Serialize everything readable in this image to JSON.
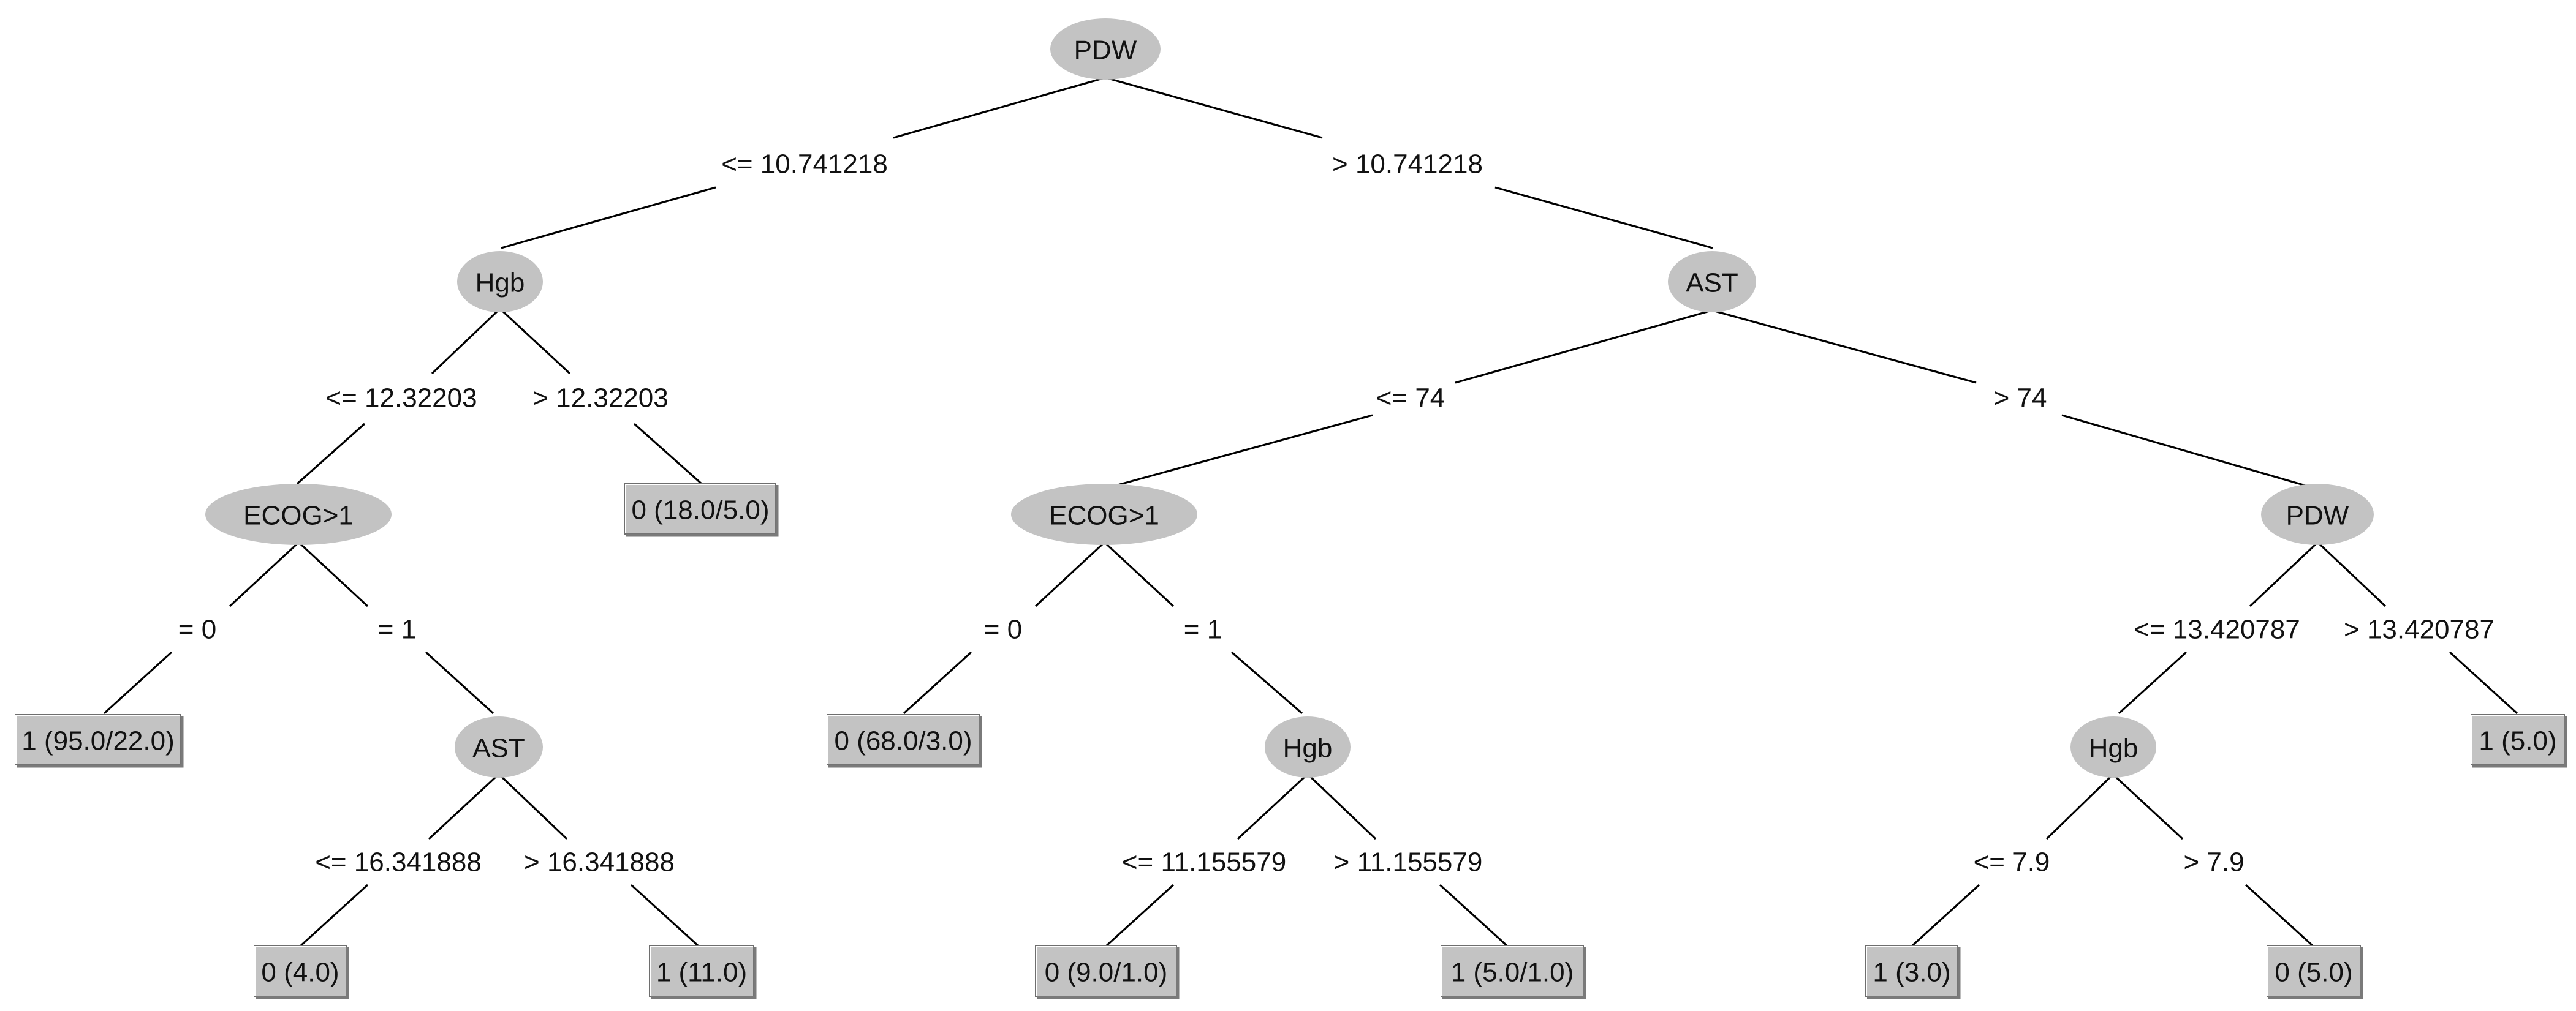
{
  "nodes": {
    "root": {
      "label": "PDW"
    },
    "hgb_a": {
      "label": "Hgb"
    },
    "ast_a": {
      "label": "AST"
    },
    "ecog_a": {
      "label": "ECOG>1"
    },
    "ecog_b": {
      "label": "ECOG>1"
    },
    "pdw_b": {
      "label": "PDW"
    },
    "ast_c": {
      "label": "AST"
    },
    "hgb_b": {
      "label": "Hgb"
    },
    "hgb_c": {
      "label": "Hgb"
    }
  },
  "leaves": {
    "l_18": {
      "label": "0 (18.0/5.0)"
    },
    "l_95": {
      "label": "1 (95.0/22.0)"
    },
    "l_4": {
      "label": "0 (4.0)"
    },
    "l_11": {
      "label": "1 (11.0)"
    },
    "l_68": {
      "label": "0 (68.0/3.0)"
    },
    "l_9": {
      "label": "0 (9.0/1.0)"
    },
    "l_5a": {
      "label": "1 (5.0/1.0)"
    },
    "l_5b": {
      "label": "1 (5.0)"
    },
    "l_3": {
      "label": "1 (3.0)"
    },
    "l_5c": {
      "label": "0 (5.0)"
    }
  },
  "edges": {
    "root_le": {
      "label": "<= 10.741218"
    },
    "root_gt": {
      "label": "> 10.741218"
    },
    "hgba_le": {
      "label": "<= 12.32203"
    },
    "hgba_gt": {
      "label": "> 12.32203"
    },
    "asta_le": {
      "label": "<= 74"
    },
    "asta_gt": {
      "label": "> 74"
    },
    "ecoga_0": {
      "label": "= 0"
    },
    "ecoga_1": {
      "label": "= 1"
    },
    "ecogb_0": {
      "label": "= 0"
    },
    "ecogb_1": {
      "label": "= 1"
    },
    "pdwb_le": {
      "label": "<= 13.420787"
    },
    "pdwb_gt": {
      "label": "> 13.420787"
    },
    "astc_le": {
      "label": "<= 16.341888"
    },
    "astc_gt": {
      "label": "> 16.341888"
    },
    "hgbb_le": {
      "label": "<= 11.155579"
    },
    "hgbb_gt": {
      "label": "> 11.155579"
    },
    "hgbc_le": {
      "label": "<= 7.9"
    },
    "hgbc_gt": {
      "label": "> 7.9"
    }
  }
}
